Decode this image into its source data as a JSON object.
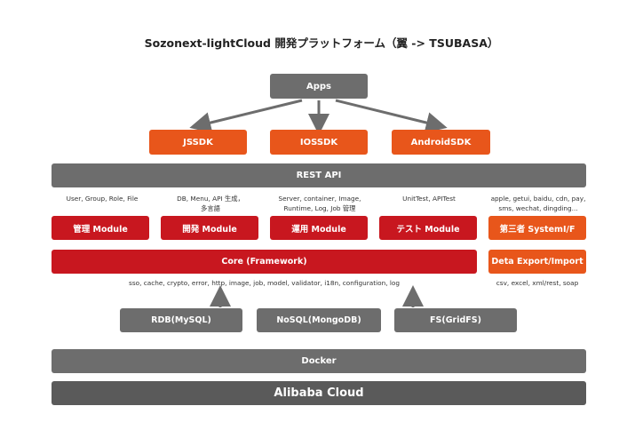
{
  "title": "Sozonext-lightCloud 開発プラットフォーム（翼 -> TSUBASA）",
  "apps": "Apps",
  "sdks": [
    "JSSDK",
    "IOSSDK",
    "AndroidSDK"
  ],
  "rest_api": "REST API",
  "module_notes": [
    "User, Group, Role, File",
    "DB, Menu, API 生成，\n多言語",
    "Server, container, Image,\nRuntime, Log, Job 管理",
    "UnitTest, APITest",
    "apple, getui, baidu, cdn, pay,\nsms, wechat, dingding..."
  ],
  "modules": [
    "管理 Module",
    "開発 Module",
    "運用 Module",
    "テスト Module",
    "第三者 SystemI/F"
  ],
  "core": "Core (Framework)",
  "export": "Deta Export/Import",
  "core_note": "sso, cache, crypto, error, http, image, job, model, validator, i18n, configuration, log",
  "export_note": "csv, excel, xml/rest, soap",
  "storage": [
    "RDB(MySQL)",
    "NoSQL(MongoDB)",
    "FS(GridFS)"
  ],
  "docker": "Docker",
  "cloud": "Alibaba Cloud",
  "colors": {
    "gray": "#6d6d6d",
    "orange": "#e8561b",
    "red": "#c8171f"
  }
}
